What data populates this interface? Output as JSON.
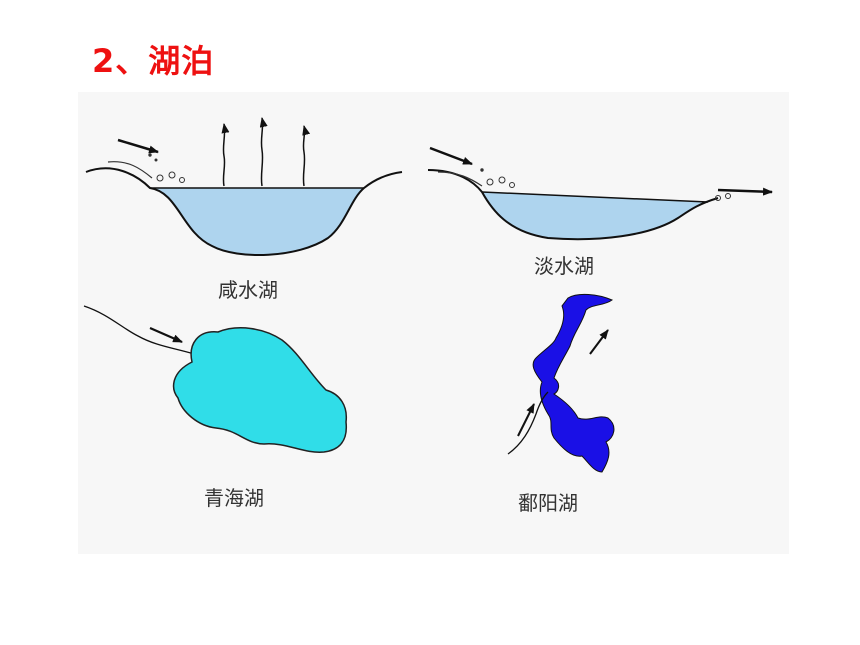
{
  "title": "2、湖泊",
  "diagrams": {
    "saltwater_lake": {
      "label": "咸水湖"
    },
    "freshwater_lake": {
      "label": "淡水湖"
    },
    "qinghai_lake": {
      "label": "青海湖",
      "color": "#30dde8"
    },
    "poyang_lake": {
      "label": "鄱阳湖",
      "color": "#1a10e6"
    }
  },
  "colors": {
    "title": "#ee1111",
    "water": "#aed4ee",
    "panel": "#f7f7f7"
  }
}
